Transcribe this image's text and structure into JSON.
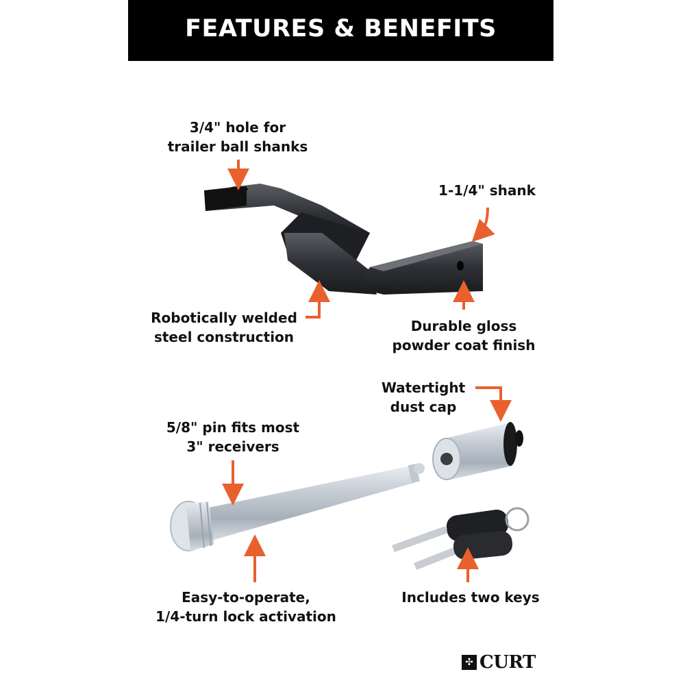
{
  "header": {
    "title": "FEATURES & BENEFITS"
  },
  "colors": {
    "banner_bg": "#000000",
    "arrow": "#E8612C",
    "text": "#111111",
    "background": "#FFFFFF"
  },
  "callouts": {
    "hole": {
      "line1": "3/4\" hole for",
      "line2": "trailer ball shanks"
    },
    "shank": {
      "line1": "1-1/4\" shank"
    },
    "welded": {
      "line1": "Robotically welded",
      "line2": "steel construction"
    },
    "finish": {
      "line1": "Durable gloss",
      "line2": "powder coat finish"
    },
    "dust_cap": {
      "line1": "Watertight",
      "line2": "dust cap"
    },
    "pin": {
      "line1": "5/8\" pin fits most",
      "line2": "3\" receivers"
    },
    "lock": {
      "line1": "Easy-to-operate,",
      "line2": "1/4-turn lock activation"
    },
    "keys": {
      "line1": "Includes two keys"
    }
  },
  "brand": {
    "logo_text": "CURT",
    "logo_icon": "curt-emblem-icon"
  }
}
